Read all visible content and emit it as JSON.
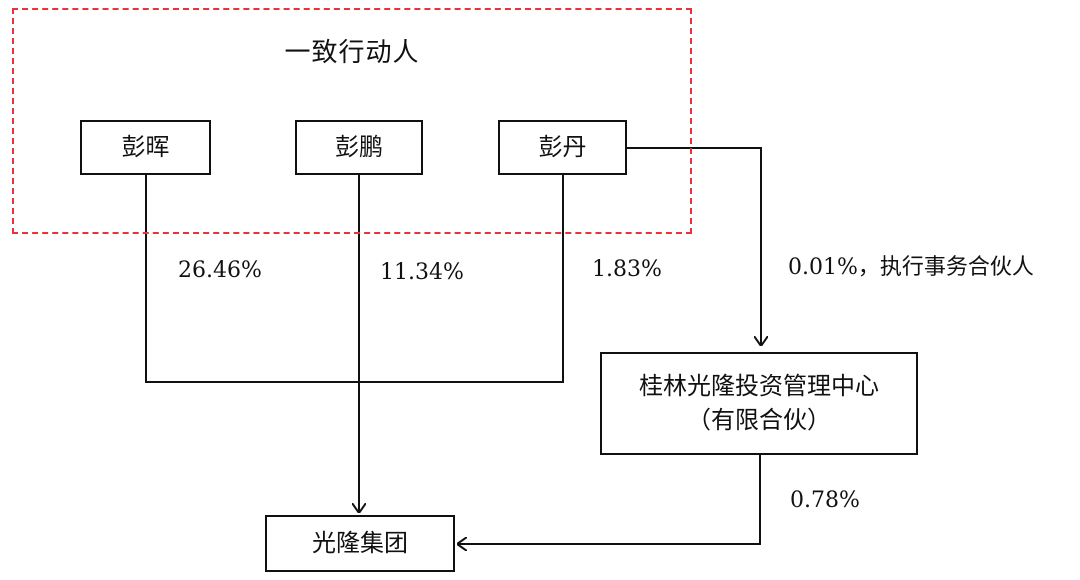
{
  "group": {
    "title": "一致行动人"
  },
  "persons": {
    "huihui": "彭晖",
    "peng": "彭鹏",
    "dan": "彭丹"
  },
  "partnership": {
    "line1": "桂林光隆投资管理中心",
    "line2": "（有限合伙）"
  },
  "target": {
    "name": "光隆集团"
  },
  "shares": {
    "huihui": "26.46%",
    "peng": "11.34%",
    "dan": "1.83%",
    "dan_to_partnership": "0.01%，执行事务合伙人",
    "partnership": "0.78%"
  },
  "colors": {
    "group_border": "#e8323c",
    "line": "#111111"
  }
}
